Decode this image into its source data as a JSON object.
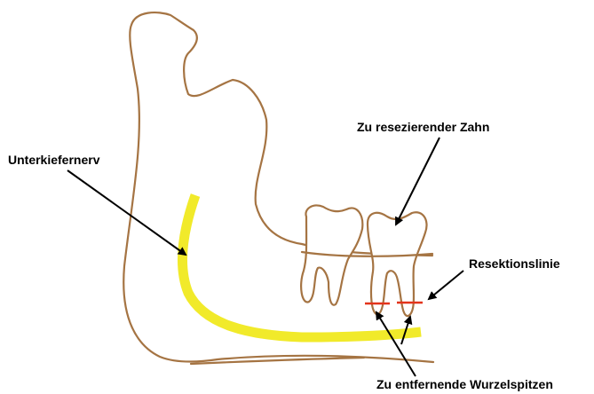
{
  "labels": {
    "nerve": "Unterkiefernerv",
    "tooth": "Zu resezierender Zahn",
    "resection_line": "Resektionslinie",
    "root_tips": "Zu entfernende Wurzelspitzen"
  },
  "colors": {
    "bone_outline": "#a57443",
    "nerve": "#f1ea2a",
    "resection_line": "#e3341b",
    "arrow": "#000000",
    "background": "#ffffff"
  }
}
